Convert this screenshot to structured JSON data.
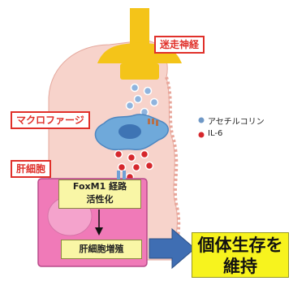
{
  "labels": {
    "vagus_nerve": "迷走神経",
    "macrophage": "マクロファージ",
    "hepatocyte": "肝細胞",
    "foxm1_line1": "FoxM1 経路",
    "foxm1_line2": "活性化",
    "proliferation": "肝細胞増殖",
    "survival_line1": "個体生存を",
    "survival_line2": "維持"
  },
  "legend": [
    {
      "label": "アセチルコリン",
      "color": "#6f98c6",
      "icon": "blue-dot-icon"
    },
    {
      "label": "IL-6",
      "color": "#d6282d",
      "icon": "red-dot-icon"
    }
  ],
  "colors": {
    "liver": "#f7d3cb",
    "nerve": "#f4c419",
    "macrophage": "#6fa9da",
    "hepatocyte_cell": "#f07ab8",
    "label_red": "#e0302a",
    "arrow_blue": "#3f6eb3",
    "outcome_yellow": "#f7f31e"
  }
}
